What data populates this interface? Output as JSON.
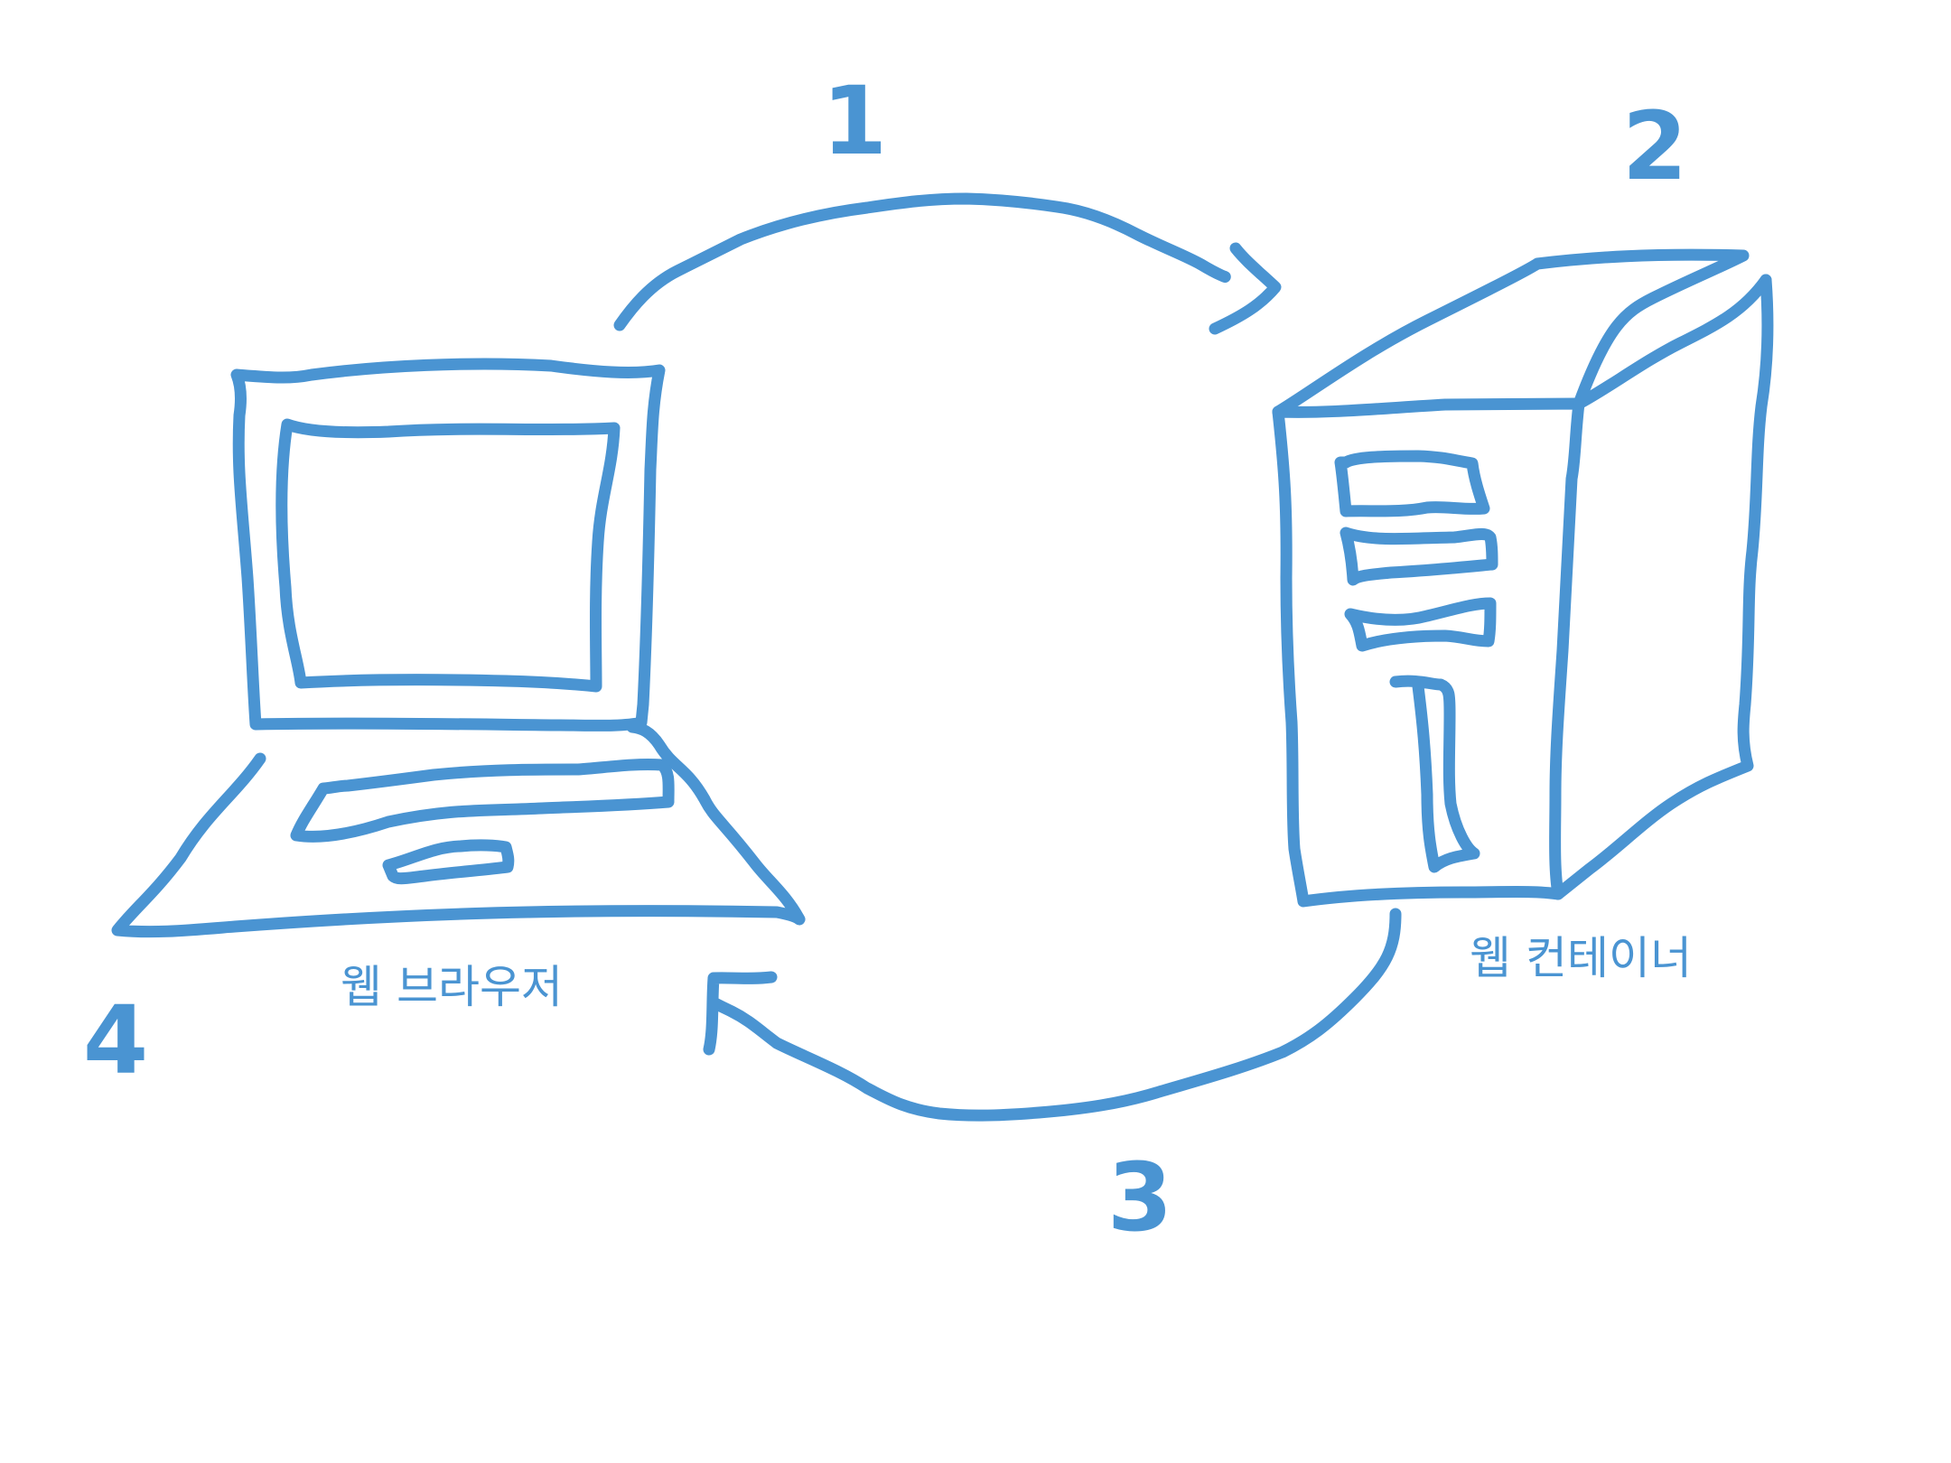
{
  "diagram": {
    "stroke_color": "#4a94d2",
    "steps": {
      "one": "1",
      "two": "2",
      "three": "3",
      "four": "4"
    },
    "labels": {
      "browser": "웹 브라우저",
      "container": "웹 컨테이너"
    }
  }
}
